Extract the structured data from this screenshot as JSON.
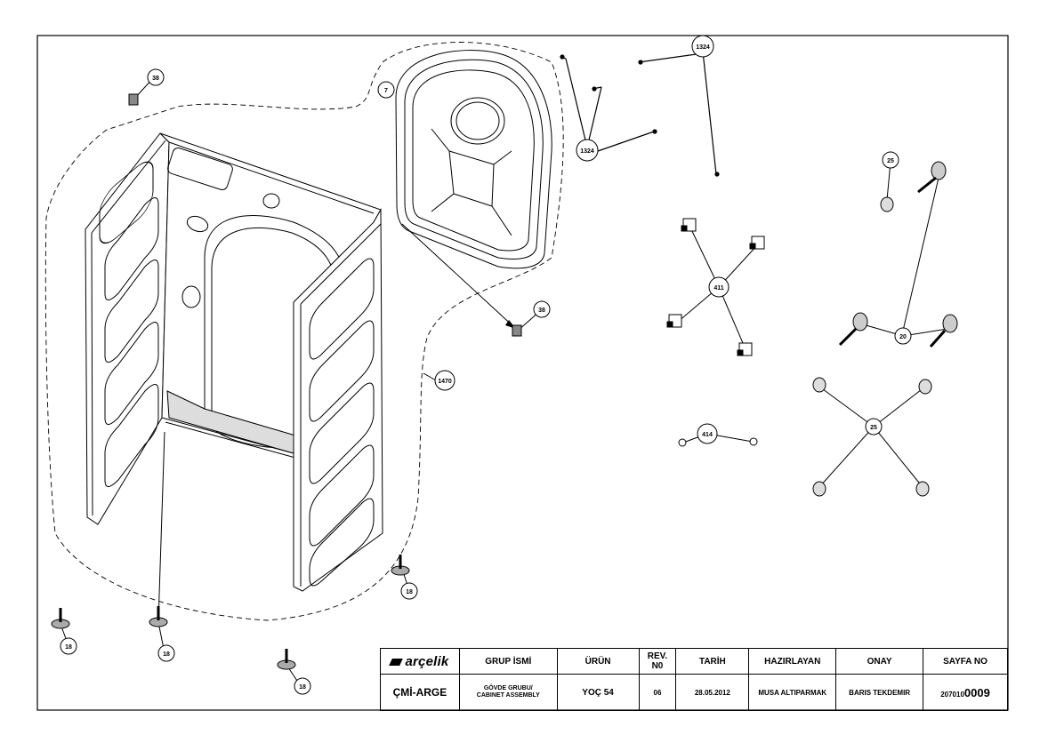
{
  "callouts": {
    "c38_top": "38",
    "c7": "7",
    "c1324_top": "1324",
    "c1324_mid": "1324",
    "c25_top": "25",
    "c411": "411",
    "c38_mid": "38",
    "c20": "20",
    "c1470": "1470",
    "c25_center": "25",
    "c414": "414",
    "c18_a": "18",
    "c18_b": "18",
    "c18_c": "18",
    "c18_d": "18"
  },
  "title_block": {
    "logo": "arçelik",
    "col_group_name": "GRUP İSMİ",
    "col_product": "ÜRÜN",
    "col_rev_line1": "REV.",
    "col_rev_line2": "N0",
    "col_date": "TARİH",
    "col_prepared": "HAZIRLAYAN",
    "col_approval": "ONAY",
    "col_page_no": "SAYFA NO",
    "organization": "ÇMİ-ARGE",
    "group_name_line1": "GÖVDE GRUBU/",
    "group_name_line2": "CABINET ASSEMBLY",
    "product": "YOÇ 54",
    "revision": "06",
    "date": "28.05.2012",
    "prepared_by": "MUSA ALTIPARMAK",
    "approved_by": "BARIS TEKDEMIR",
    "page_no_prefix": "207010",
    "page_no_suffix": "0009"
  },
  "colors": {
    "line": "#000000",
    "paper": "#ffffff",
    "fill_gray": "#c8c8c8"
  }
}
